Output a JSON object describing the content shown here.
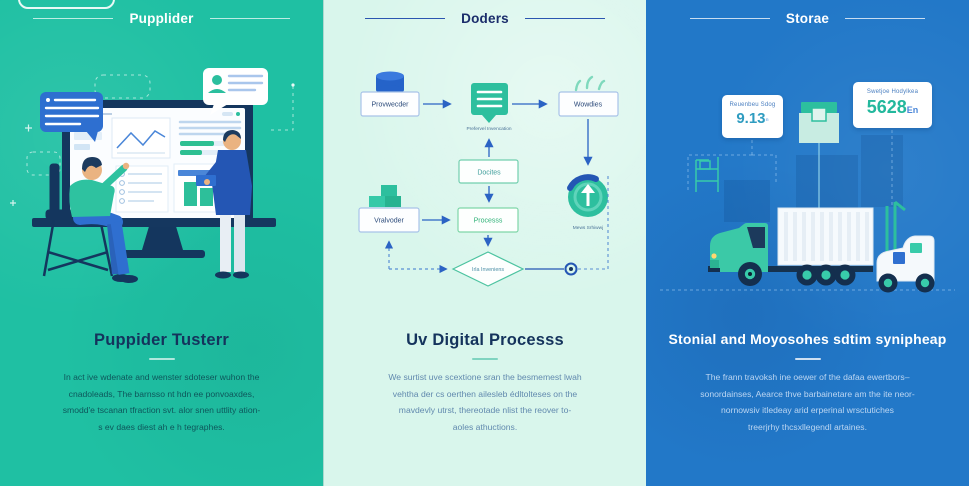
{
  "colors": {
    "left_bg": "#1fc0a3",
    "middle_bg": "#d9f6ec",
    "right_bg": "#2278c8",
    "navy": "#15375f",
    "flow_blue": "#2b63c4",
    "teal": "#2dbf9e",
    "green": "#2eb277"
  },
  "icons": {
    "left": [
      "speech-bubble-icon",
      "profile-bubble-icon",
      "monitor-dashboard",
      "sitting-person",
      "standing-person"
    ],
    "middle": [
      "database-icon",
      "document-icon",
      "sprout-icon",
      "cubes-icon",
      "refresh-up-icon",
      "connector-ring-icon"
    ],
    "right": [
      "package-icon",
      "rack-icon",
      "truck-icon",
      "forklift-icon"
    ]
  },
  "panels": {
    "left": {
      "title": "Pupplider",
      "heading": "Puppider Tusterr",
      "body": [
        "In act ive wdenate and wenster sdoteser wuhon the",
        "cnadoleads, The barnsso nt hdn ee ponvoaxdes,",
        "smodd'e tscanan tfraction svt. alor snen uttlity ation-",
        "s ev daes diest ah e h tegraphes."
      ]
    },
    "middle": {
      "title": "Doders",
      "heading": "Uv Digital Processs",
      "body": [
        "We surtist uve scextione sran the besmemest lwah",
        "vehtha der cs oerthen ailesleb édltolteses on the",
        "mavdevly utrst, thereotade nlist the reover to-",
        "aoles athuctions."
      ],
      "flow": {
        "provider": "Provwecder",
        "document_caption": "Prefervel Invencation",
        "wowdies": "Wowdies",
        "docites": "Docites",
        "vralvoder": "Vralvoder",
        "process": "Processs",
        "decision": "Irla Inveniens",
        "circle_caption": "Mews Srhiwwj"
      }
    },
    "right": {
      "title": "Storae",
      "heading": "Stonial and Moyosohes sdtim synipheap",
      "body": [
        "The frann travoksh ine oewer of the dafaa ewertbors–",
        "sonordainses, Aearce thve barbainetare am the ite neor-",
        "nornowsiv itledeay arid erperinal wrsctutiches",
        "treerjrhy thcsxllegendl artaines."
      ],
      "cards": [
        {
          "label": "Reuenbeu Sdog",
          "value": "9.13",
          "suffix": "ⁿ"
        },
        {
          "label": "Swetjoe Hodylkea",
          "value": "5628",
          "suffix": "En"
        }
      ]
    }
  }
}
